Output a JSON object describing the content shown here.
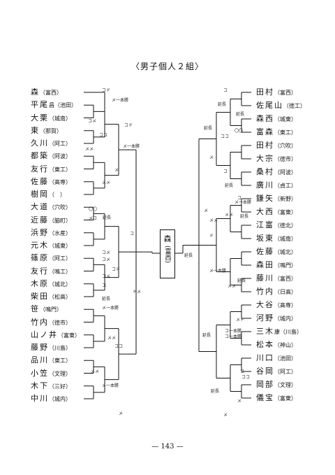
{
  "title": "〈男子個人２組〉",
  "page_number": "— 143 —",
  "champion": {
    "name": "森",
    "school": "(富西)"
  },
  "left_entrants": [
    {
      "name": "森",
      "school": "（富西）"
    },
    {
      "name": "平尾",
      "school": "昌（池田）"
    },
    {
      "name": "大栗",
      "school": "（城南）"
    },
    {
      "name": "東",
      "school": "（那賀）"
    },
    {
      "name": "久川",
      "school": "（阿工）"
    },
    {
      "name": "都築",
      "school": "（阿波）"
    },
    {
      "name": "友行",
      "school": "（東工）"
    },
    {
      "name": "佐藤",
      "school": "（高専）"
    },
    {
      "name": "樹岡",
      "school": "（　）"
    },
    {
      "name": "大道",
      "school": "（穴吹）"
    },
    {
      "name": "近藤",
      "school": "（脇町）"
    },
    {
      "name": "浜野",
      "school": "（水産）"
    },
    {
      "name": "元木",
      "school": "（城東）"
    },
    {
      "name": "篠原",
      "school": "（阿工）"
    },
    {
      "name": "友行",
      "school": "（鳴工）"
    },
    {
      "name": "木原",
      "school": "（城北）"
    },
    {
      "name": "柴田",
      "school": "（松高）"
    },
    {
      "name": "笹",
      "school": "（鳴門）"
    },
    {
      "name": "竹内",
      "school": "（徳市）"
    },
    {
      "name": "山ノ井",
      "school": "（富東）"
    },
    {
      "name": "藤野",
      "school": "（川島）"
    },
    {
      "name": "品川",
      "school": "（東工）"
    },
    {
      "name": "小笠",
      "school": "（文理）"
    },
    {
      "name": "木下",
      "school": "（三好）"
    },
    {
      "name": "中川",
      "school": "（城内）"
    }
  ],
  "right_entrants": [
    {
      "name": "田村",
      "school": "（富西）"
    },
    {
      "name": "佐尾山",
      "school": "（徳工）"
    },
    {
      "name": "森西",
      "school": "（城東）"
    },
    {
      "name": "富森",
      "school": "（東工）"
    },
    {
      "name": "田村",
      "school": "（穴吹）"
    },
    {
      "name": "大宗",
      "school": "（徳市）"
    },
    {
      "name": "桑村",
      "school": "（阿波）"
    },
    {
      "name": "廣川",
      "school": "（貞工）"
    },
    {
      "name": "鎌矢",
      "school": "（新野）"
    },
    {
      "name": "大西",
      "school": "（富東）"
    },
    {
      "name": "江富",
      "school": "（徳北）"
    },
    {
      "name": "坂東",
      "school": "（城南）"
    },
    {
      "name": "佐藤",
      "school": "（城北）"
    },
    {
      "name": "森田",
      "school": "（鳴門）"
    },
    {
      "name": "藤川",
      "school": "（富西）"
    },
    {
      "name": "竹内",
      "school": "（日高）"
    },
    {
      "name": "大谷",
      "school": "（高専）"
    },
    {
      "name": "河野",
      "school": "（城内）"
    },
    {
      "name": "三木",
      "school": "康（川島）"
    },
    {
      "name": "松本",
      "school": "（神山）"
    },
    {
      "name": "川口",
      "school": "（池田）"
    },
    {
      "name": "谷岡",
      "school": "（阿工）"
    },
    {
      "name": "岡部",
      "school": "（文理）"
    },
    {
      "name": "儀宝",
      "school": "（富東）"
    }
  ],
  "annotations": [
    "コド",
    "メ一本勝",
    "コメ",
    "コド",
    "ココ",
    "メメ",
    "メ一本勝",
    "メ",
    "メメ",
    "〇〇",
    "メコ",
    "延長",
    "コ",
    "コメ",
    "コメ",
    "コド",
    "コメ",
    "コ",
    "ドメ",
    "延長",
    "メ一本勝",
    "メメ",
    "ココ",
    "メ一本勝",
    "メメ",
    "メ",
    "コ",
    "延長",
    "延長",
    "〇〇",
    "ココ",
    "延長",
    "メ",
    "コ",
    "延長",
    "コ",
    "メ一本勝",
    "延長",
    "メ",
    "メメ",
    "メメ",
    "ド",
    "延長",
    "メ一本勝",
    "延長",
    "メメ",
    "メド",
    "コ一本勝",
    "コ一本勝",
    "延長",
    "コ",
    "ココ",
    "延長",
    "メ",
    "メ"
  ]
}
